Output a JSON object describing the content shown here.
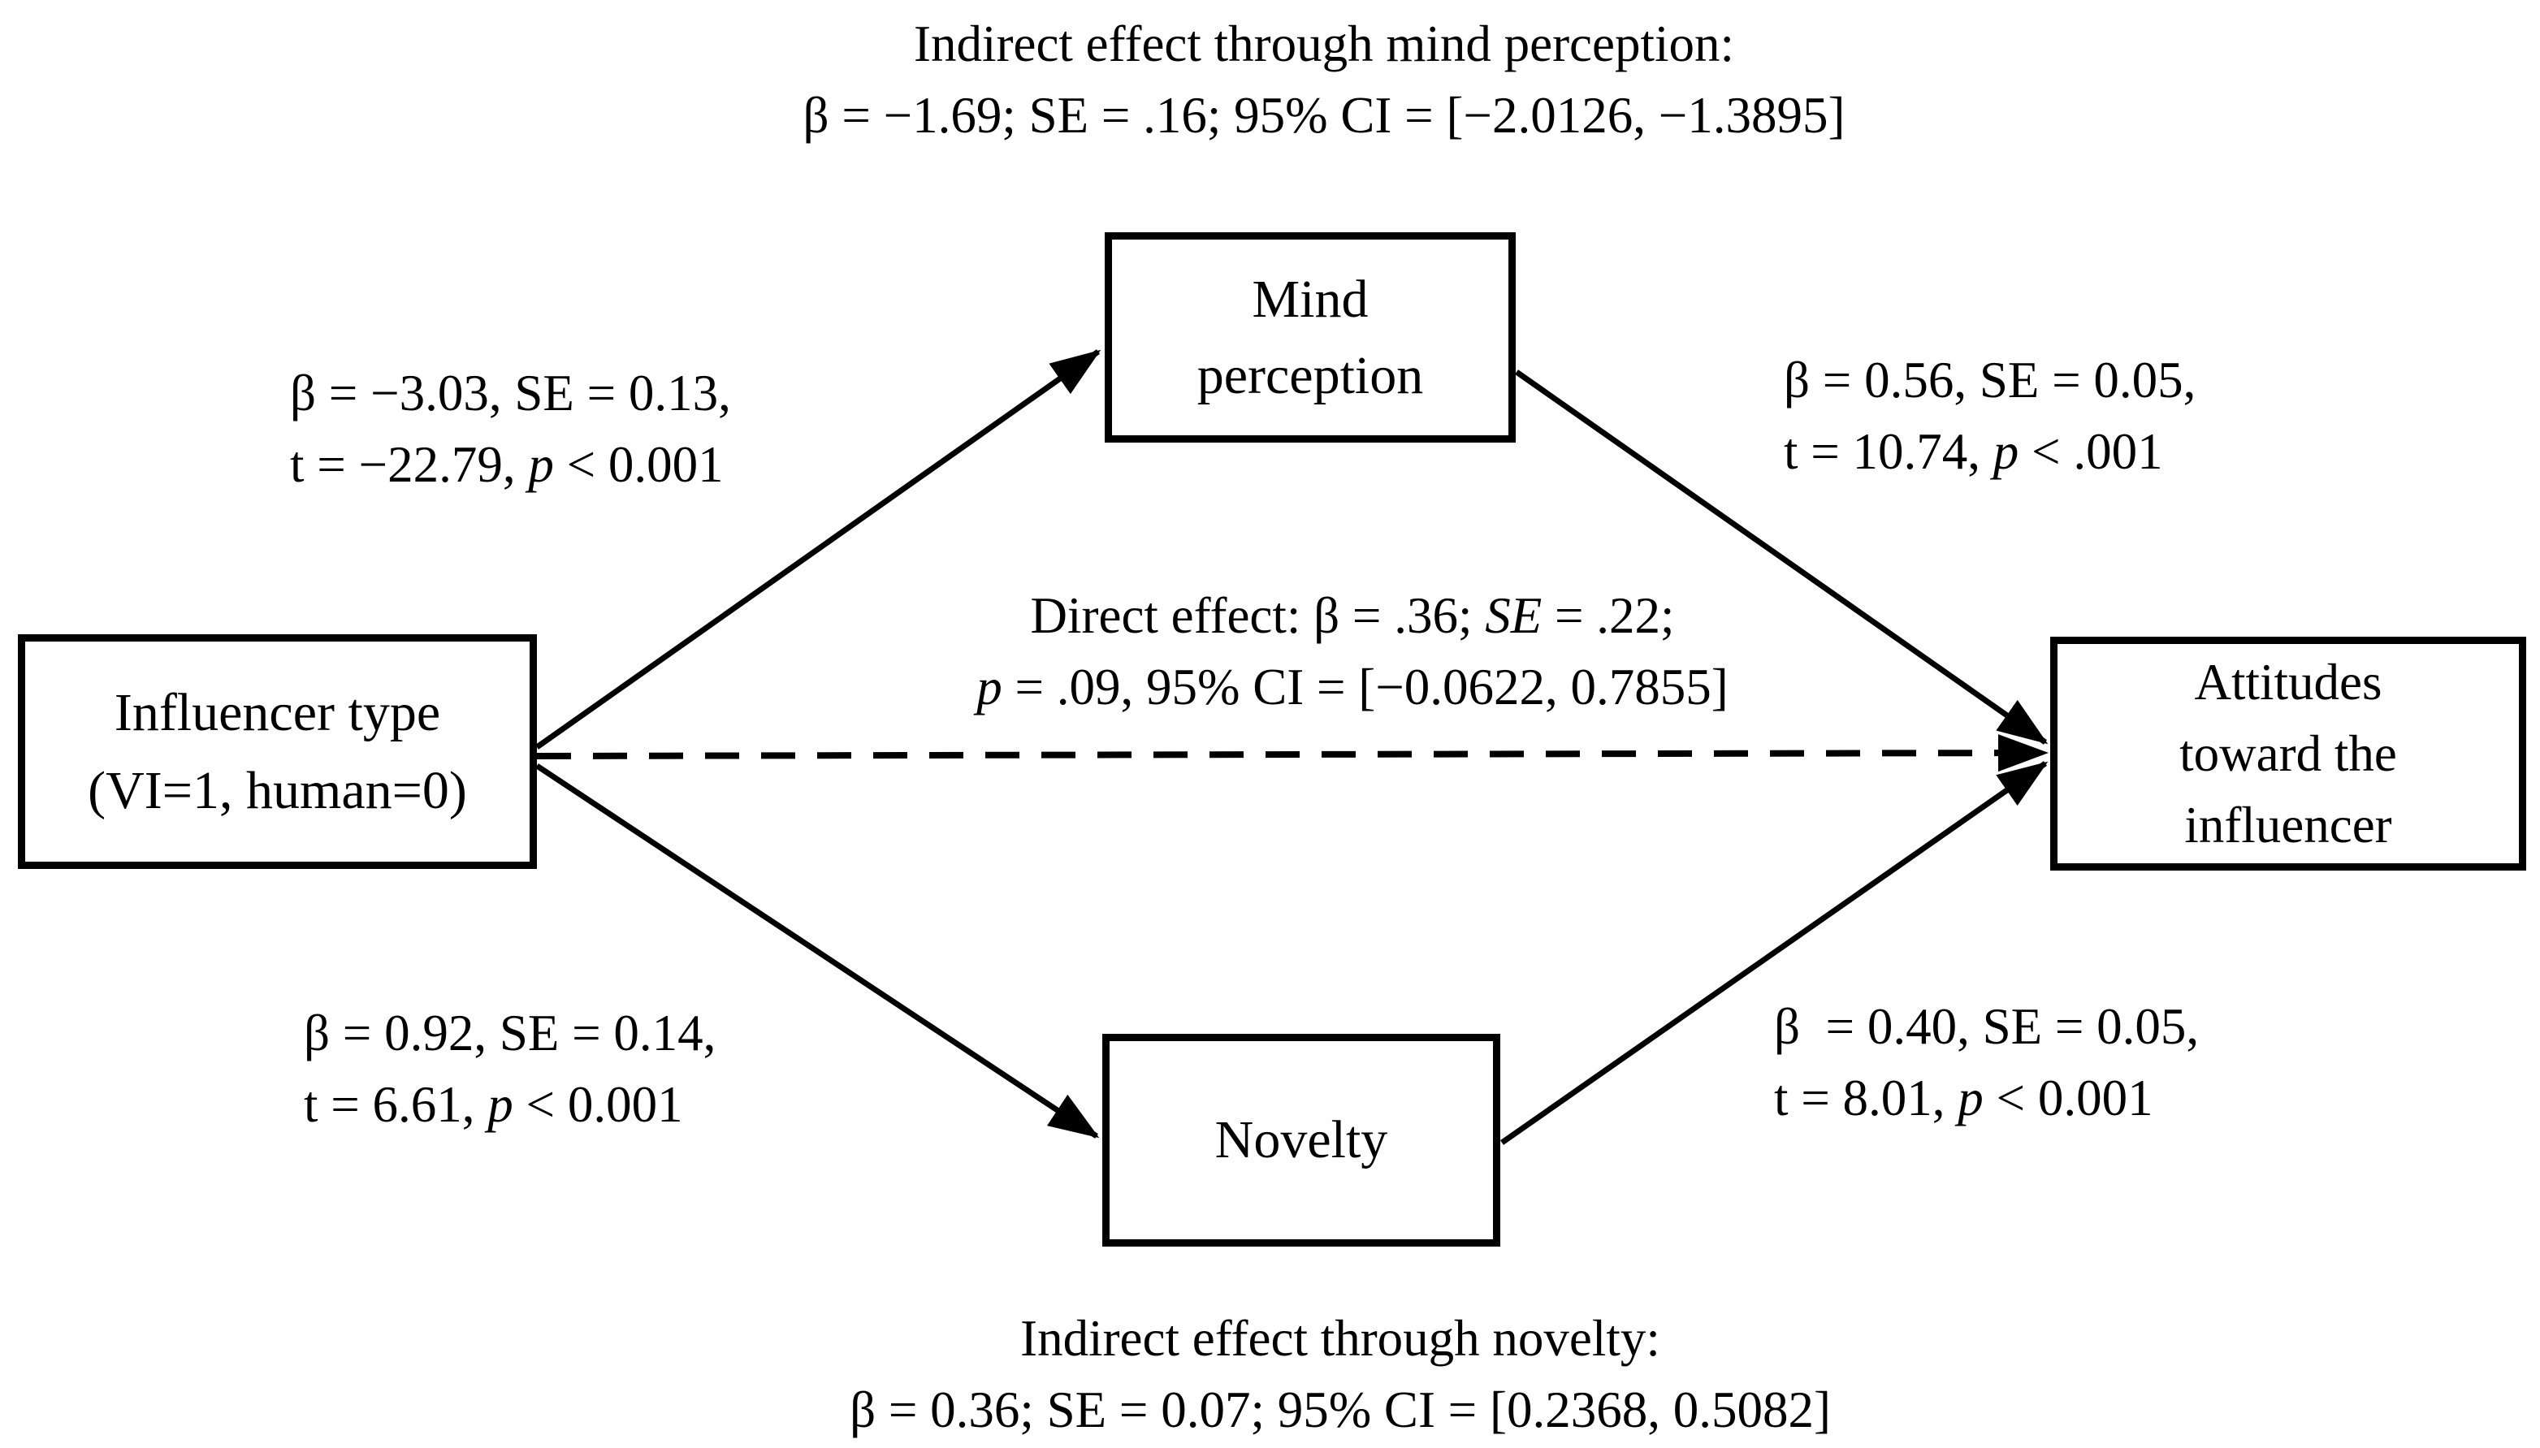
{
  "colors": {
    "ink": "#000000",
    "background": "#ffffff"
  },
  "captions": {
    "top": {
      "line1": "Indirect effect through mind perception:",
      "line2": "β = −1.69; SE = .16; 95% CI = [−2.0126, −1.3895]"
    },
    "bottom": {
      "line1": "Indirect effect through novelty:",
      "line2": "β = 0.36; SE = 0.07; 95% CI = [0.2368, 0.5082]"
    }
  },
  "nodes": {
    "influencer_type": {
      "line1": "Influencer type",
      "line2": "(VI=1, human=0)"
    },
    "mind_perception": {
      "line1": "Mind",
      "line2": "perception"
    },
    "novelty": {
      "label": "Novelty"
    },
    "attitudes": {
      "line1": "Attitudes",
      "line2": "toward the",
      "line3": "influencer"
    }
  },
  "paths": {
    "influencer_to_mind": {
      "line1": "β = −3.03, SE = 0.13,",
      "line2": [
        {
          "t": "t = −22.79, "
        },
        {
          "t": "p",
          "i": true
        },
        {
          "t": " < 0.001"
        }
      ]
    },
    "mind_to_attitudes": {
      "line1": "β = 0.56, SE = 0.05,",
      "line2": [
        {
          "t": "t = 10.74, "
        },
        {
          "t": "p",
          "i": true
        },
        {
          "t": " < .001"
        }
      ]
    },
    "direct_effect": {
      "line1": [
        {
          "t": "Direct effect: β = .36; "
        },
        {
          "t": "SE",
          "i": true
        },
        {
          "t": " = .22;"
        }
      ],
      "line2": [
        {
          "t": "p",
          "i": true
        },
        {
          "t": " = .09, 95% CI = [−0.0622, 0.7855]"
        }
      ]
    },
    "influencer_to_novelty": {
      "line1": "β = 0.92, SE = 0.14,",
      "line2": [
        {
          "t": "t = 6.61, "
        },
        {
          "t": "p",
          "i": true
        },
        {
          "t": " < 0.001"
        }
      ]
    },
    "novelty_to_attitudes": {
      "line1": "β  = 0.40, SE = 0.05,",
      "line2": [
        {
          "t": "t = 8.01, "
        },
        {
          "t": "p",
          "i": true
        },
        {
          "t": " < 0.001"
        }
      ]
    }
  },
  "edges": [
    {
      "from": "influencer_type",
      "to": "mind_perception",
      "style": "solid-arrow"
    },
    {
      "from": "mind_perception",
      "to": "attitudes",
      "style": "solid-arrow"
    },
    {
      "from": "influencer_type",
      "to": "attitudes",
      "style": "dashed-arrow"
    },
    {
      "from": "influencer_type",
      "to": "novelty",
      "style": "solid-arrow"
    },
    {
      "from": "novelty",
      "to": "attitudes",
      "style": "solid-arrow"
    }
  ]
}
